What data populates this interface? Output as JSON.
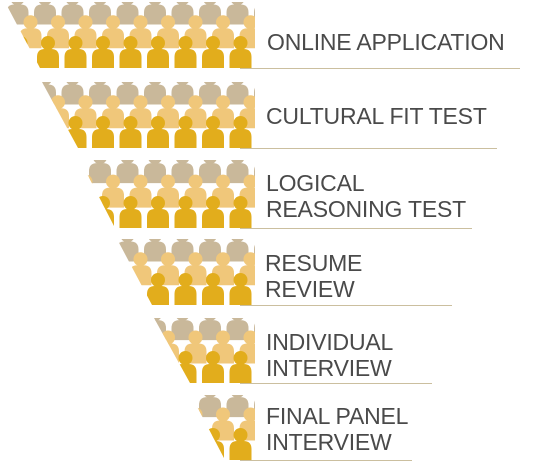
{
  "funnel": {
    "colors": {
      "back_row": "#c9b89a",
      "middle_row": "#f0c77a",
      "front_row": "#e2ad1c",
      "divider": "#cbbf9f",
      "text": "#4a4a4a"
    },
    "icon": "person-silhouette-icon",
    "stages": [
      {
        "line1": "ONLINE APPLICATION",
        "line2": ""
      },
      {
        "line1": "CULTURAL FIT TEST",
        "line2": ""
      },
      {
        "line1": "LOGICAL",
        "line2": "REASONING TEST"
      },
      {
        "line1": "RESUME",
        "line2": "REVIEW"
      },
      {
        "line1": "INDIVIDUAL",
        "line2": "INTERVIEW"
      },
      {
        "line1": "FINAL PANEL",
        "line2": "INTERVIEW"
      }
    ]
  }
}
